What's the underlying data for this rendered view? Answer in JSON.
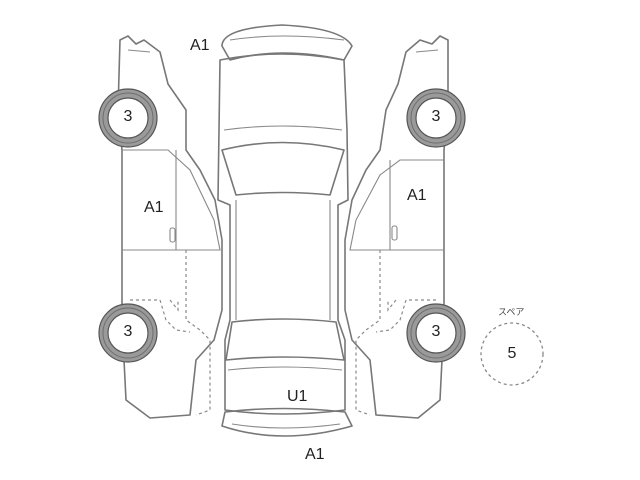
{
  "labels": {
    "top_front": "A1",
    "left_side": "A1",
    "right_side": "A1",
    "rear_body": "U1",
    "bottom_rear": "A1"
  },
  "tires": {
    "left_front": "3",
    "left_rear": "3",
    "right_front": "3",
    "right_rear": "3"
  },
  "spare": {
    "title": "スペア",
    "value": "5"
  }
}
